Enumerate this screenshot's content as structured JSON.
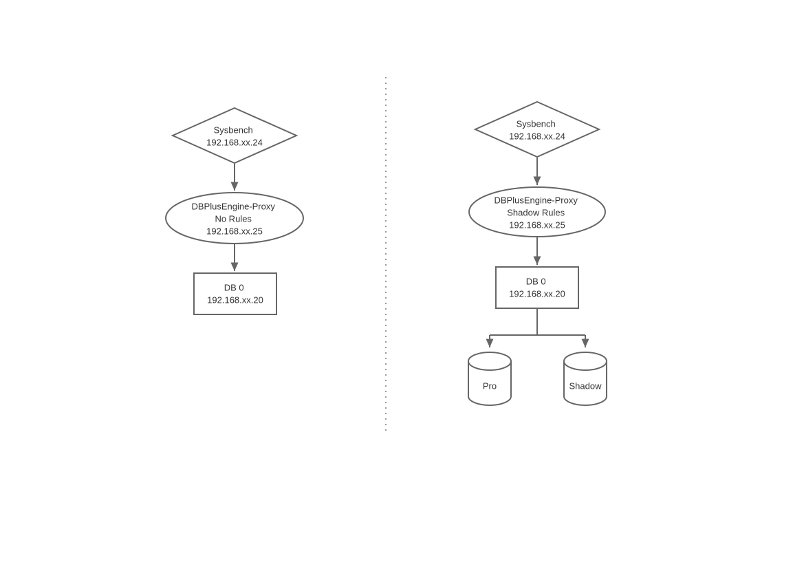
{
  "colors": {
    "shape_stroke": "#666666",
    "text": "#333333",
    "divider": "#999999",
    "background": "#ffffff"
  },
  "left_flow": {
    "sysbench": {
      "line1": "Sysbench",
      "line2": "192.168.xx.24"
    },
    "proxy": {
      "line1": "DBPlusEngine-Proxy",
      "line2": "No Rules",
      "line3": "192.168.xx.25"
    },
    "db": {
      "line1": "DB 0",
      "line2": "192.168.xx.20"
    }
  },
  "right_flow": {
    "sysbench": {
      "line1": "Sysbench",
      "line2": "192.168.xx.24"
    },
    "proxy": {
      "line1": "DBPlusEngine-Proxy",
      "line2": "Shadow Rules",
      "line3": "192.168.xx.25"
    },
    "db": {
      "line1": "DB 0",
      "line2": "192.168.xx.20"
    },
    "production_db": {
      "label": "Pro"
    },
    "shadow_db": {
      "label": "Shadow"
    }
  }
}
